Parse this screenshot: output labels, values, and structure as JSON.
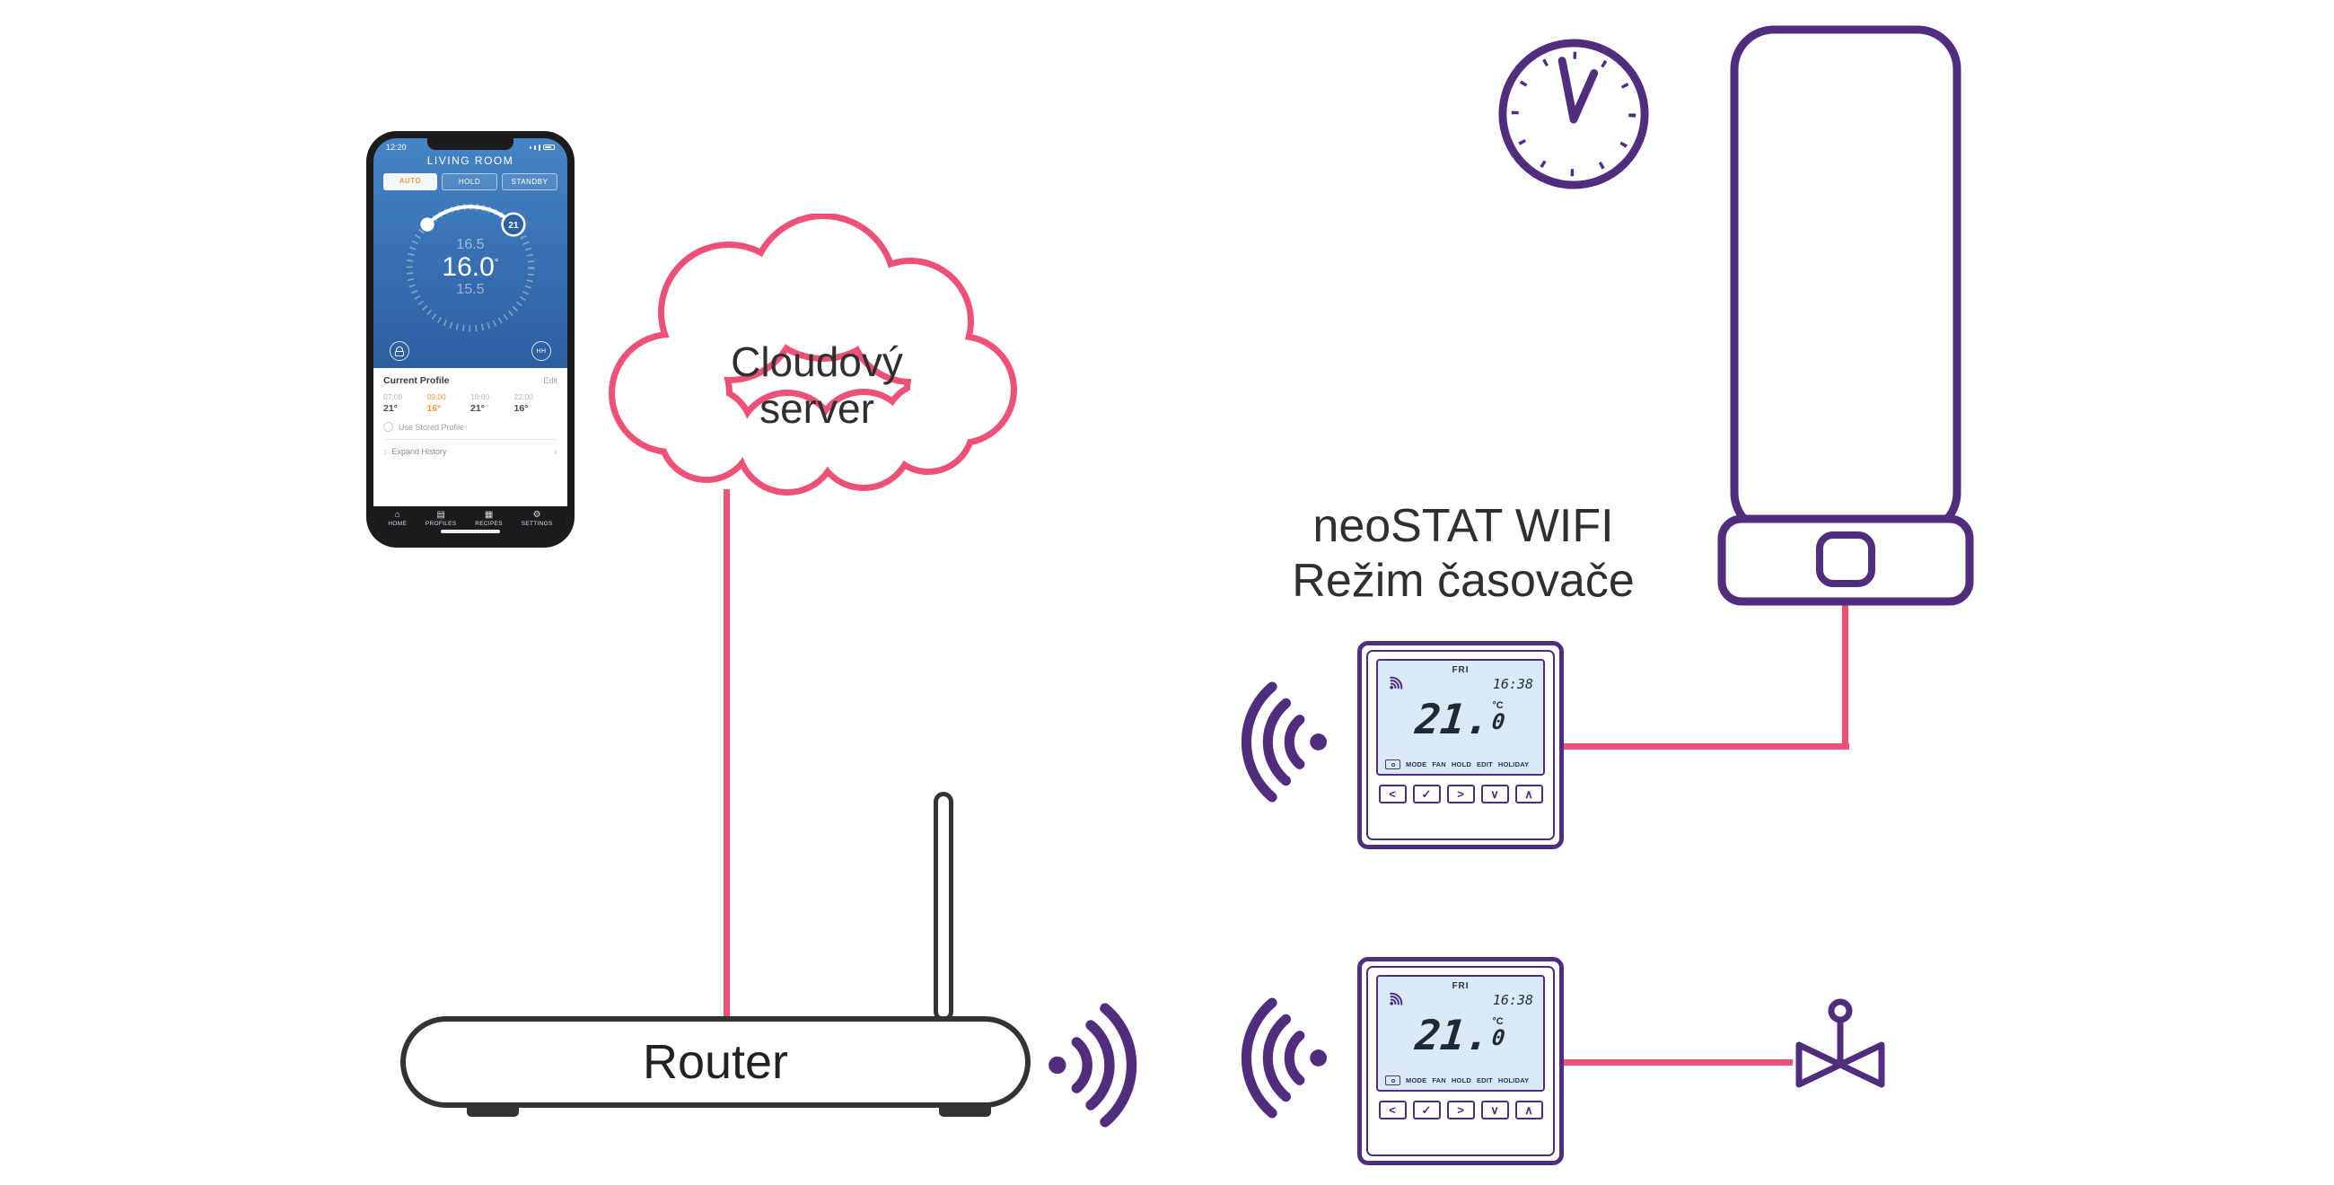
{
  "colors": {
    "pink": "#ed5276",
    "purple": "#512d7e",
    "router_outline": "#333333",
    "lcd_background": "#d9eaf6",
    "app_blue": "#2b5c9e",
    "accent_orange": "#f09a3e"
  },
  "cloud": {
    "line1": "Cloudový",
    "line2": "server"
  },
  "router": {
    "label": "Router"
  },
  "neostat": {
    "line1": "neoSTAT WIFI",
    "line2": "Režim časovače"
  },
  "thermostat": {
    "day": "FRI",
    "time": "16:38",
    "temp_main": "21.",
    "temp_dec": "0",
    "unit": "°C",
    "menu": [
      "MODE",
      "FAN",
      "HOLD",
      "EDIT",
      "HOLIDAY"
    ],
    "buttons": [
      "<",
      "✓",
      ">",
      "∨",
      "∧"
    ]
  },
  "phone": {
    "status_time": "12:20",
    "title": "LIVING ROOM",
    "tabs": [
      "AUTO",
      "HOLD",
      "STANDBY"
    ],
    "dial": {
      "upper": "16.5",
      "main": "16.0",
      "degree": "°",
      "lower": "15.5",
      "badge": "21"
    },
    "hold_icon_label": "HH",
    "profile": {
      "title": "Current Profile",
      "edit": "Edit",
      "times": [
        "07:00",
        "09:00",
        "16:00",
        "22:00"
      ],
      "temps": [
        "21°",
        "16°",
        "21°",
        "16°"
      ],
      "use_stored": "Use Stored Profile",
      "expand": "Expand History",
      "chevron": "›",
      "expand_icon": "↕"
    },
    "nav": [
      "HOME",
      "PROFILES",
      "RECIPES",
      "SETTINGS"
    ],
    "nav_icons": [
      "⌂",
      "▤",
      "▦",
      "⚙"
    ]
  }
}
